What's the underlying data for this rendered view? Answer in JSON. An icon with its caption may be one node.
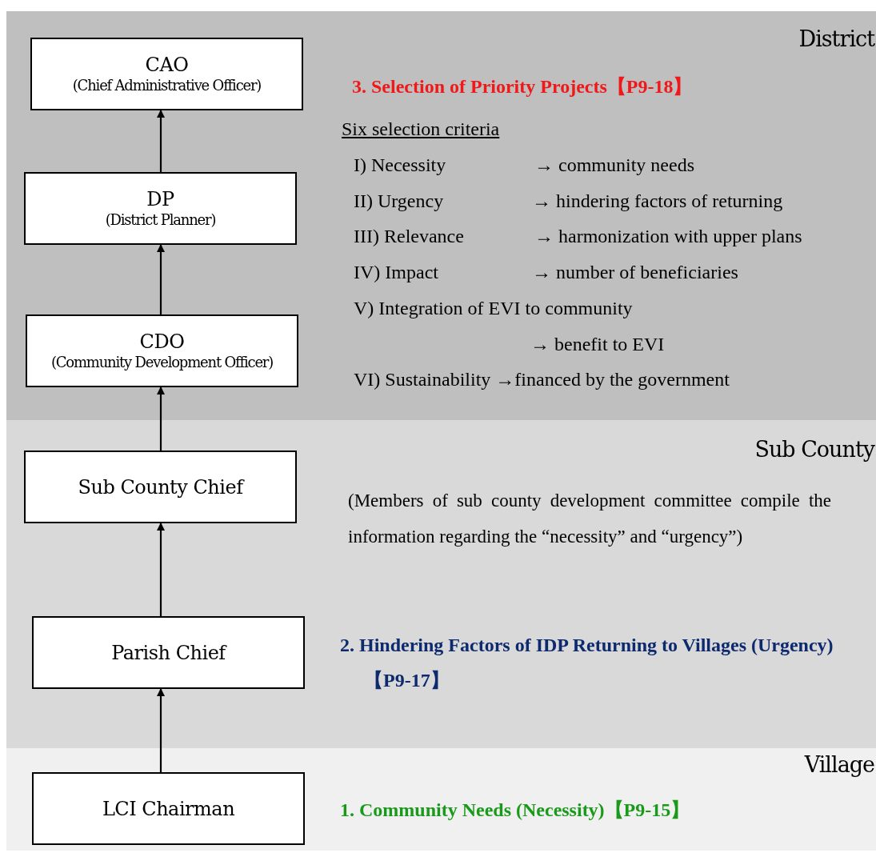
{
  "diagram": {
    "nodes": [
      {
        "text": [
          "District",
          "3. Selection of Priority Projects【P9-18】",
          "Six selection criteria",
          "I) Necessity",
          "→ community needs",
          "II) Urgency",
          "→ hindering factors of returning",
          "III) Relevance",
          "→ harmonization with upper plans",
          "IV) Impact",
          "→ number of beneficiaries",
          "V) Integration of EVI to community",
          "→ benefit to EVI",
          "VI) Sustainability →financed by the government"
        ]
      },
      {
        "text": [
          "Sub County",
          "(Members of sub county development committee compile the information regarding the “necessity” and “urgency”)",
          "2. Hindering Factors of IDP Returning to Villages (Urgency)【P9-17】"
        ]
      },
      {
        "text": [
          "Village",
          "1. Community Needs (Necessity)【P9-15】"
        ]
      },
      {
        "text": [
          "CAO",
          "(Chief Administrative Officer)"
        ],
        "in": 0
      },
      {
        "text": [
          "DP",
          "(District Planner)"
        ],
        "in": 0
      },
      {
        "text": [
          "CDO",
          "(Community Development Officer)"
        ],
        "in": 0
      },
      {
        "text": [
          "Sub County Chief"
        ],
        "in": 1
      },
      {
        "text": [
          "Parish Chief"
        ],
        "in": 1
      },
      {
        "text": [
          "LCI Chairman"
        ],
        "in": 2
      }
    ],
    "edges": [
      {
        "from": 4,
        "to": 3,
        "arrow": "to"
      },
      {
        "from": 5,
        "to": 4,
        "arrow": "to"
      },
      {
        "from": 6,
        "to": 5,
        "arrow": "to"
      },
      {
        "from": 7,
        "to": 6,
        "arrow": "to"
      },
      {
        "from": 8,
        "to": 7,
        "arrow": "to"
      }
    ]
  }
}
